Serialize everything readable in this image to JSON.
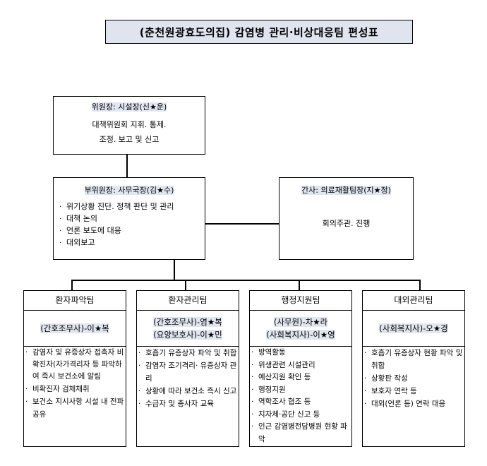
{
  "title": "(춘천원광효도의집) 감염병 관리·비상대응팀 편성표",
  "chair": {
    "heading": "위원장: 시설장(신★운)",
    "desc_line1": "대책위원회 지휘. 통제.",
    "desc_line2": "조정. 보고 및 신고"
  },
  "vice_chair": {
    "heading": "부위원장: 사무국장(김★수)",
    "items": [
      "위기상황 진단. 정책 판단 및 관리",
      "대책 논의",
      "언론 보도에 대응",
      "대외보고"
    ]
  },
  "secretary": {
    "heading": "간사: 의료재활팀장(지★정)",
    "desc": "회의주관. 진행"
  },
  "teams": [
    {
      "name": "환자파악팀",
      "leaders": [
        "(간호조무사)-이★복"
      ],
      "items": [
        "감염자 및 유증상자 접촉자 비확진자(자가격리자 등 파악하여 즉시 보건소에 알림",
        "비확진자 검체채취",
        "보건소 지시사항 시설 내 전파 공유"
      ]
    },
    {
      "name": "환자관리팀",
      "leaders": [
        "(간호조무사)-염★복",
        "(요양보호사)-이★민"
      ],
      "items": [
        "호흡기 유증상자 파악 및 취합",
        "감염자 조기격리· 유증상자 관리",
        "상황에 따라 보건소 즉시 신고",
        "수급자 및 종사자 교육"
      ]
    },
    {
      "name": "행정지원팀",
      "leaders": [
        "(사무원)-차★라",
        "(사회복지사)-이★영"
      ],
      "items": [
        "방역활동",
        "위생관련 시설관리",
        "예산지원 확인 등",
        "행정지원",
        "역학조사 협조 등",
        "지자체·공단 신고 등",
        "인근 감염병전담병원 현황 파악"
      ]
    },
    {
      "name": "대외관리팀",
      "leaders": [
        "(사회복지사)-오★경"
      ],
      "items": [
        "호흡기 유증상자 현황 파악 및 취합",
        "상황판 작성",
        "보호자 연락 등",
        "대외(언론 등) 연락 대응"
      ]
    }
  ]
}
